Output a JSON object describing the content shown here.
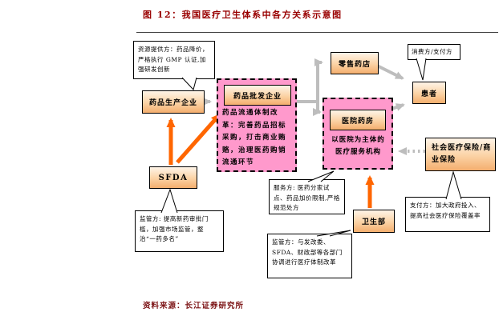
{
  "figure": {
    "title": "图 12：我国医疗卫生体系中各方关系示意图",
    "source": "资料来源：长江证券研究所"
  },
  "colors": {
    "title_red": "#990000",
    "pink_fill": "#FF99CC",
    "orange_arrow": "#FF6600",
    "gray_arrow": "#BDBDBD",
    "node_peach": "#F4AE6E"
  },
  "nodes": {
    "producer": {
      "label": "药品生产企业"
    },
    "wholesale": {
      "label": "药品批发企业",
      "note": "药品流通体制改革：完善药品招标采购，打击商业贿赂，治理医药购销流通环节"
    },
    "retail": {
      "label": "零售药店"
    },
    "hospital": {
      "label": "医院药房",
      "note": "以医院为主体的医疗服务机构"
    },
    "patient": {
      "label": "患者"
    },
    "insurance": {
      "label": "社会医疗保险/商业保险"
    },
    "sfda": {
      "label": "SFDA"
    },
    "moh": {
      "label": "卫生部"
    }
  },
  "callouts": {
    "resource": "资源提供方：药品降价，严格执行 GMP 认证,加强研发创新",
    "consumer": "消费方/支付方",
    "payer": "支付方：加大政府投入、提高社会医疗保险覆盖率",
    "sfda_role": "监管方: 提高新药审批门槛，加强市场监管，整治“一药多名”",
    "service": "服务方: 医药分家试点、药品加价限制,严格规范处方",
    "moh_role": "监管方：与发改委、SFDA、财政部等各部门协调进行医疗体制改革"
  }
}
